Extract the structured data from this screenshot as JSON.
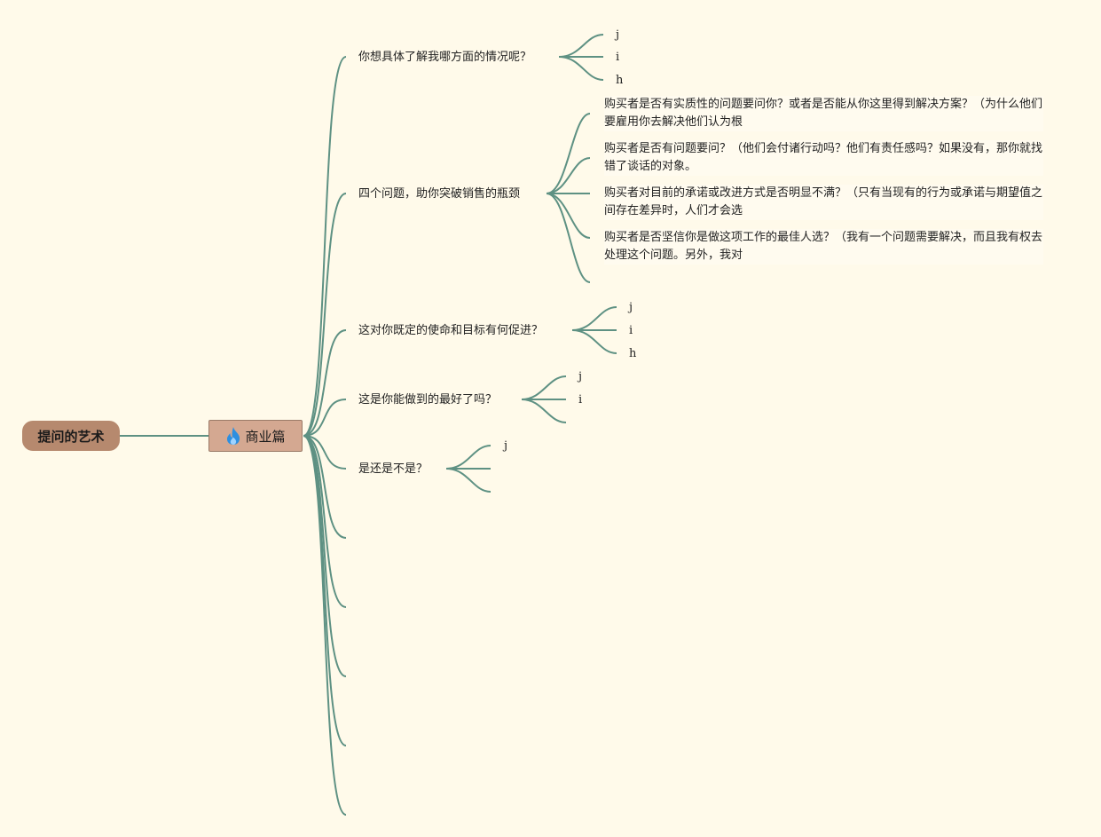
{
  "root": {
    "label": "提问的艺术"
  },
  "branch": {
    "label": "商业篇",
    "icon": "fire-icon",
    "icon_color": "#2d8fe0"
  },
  "colors": {
    "connector": "#5e9183",
    "background": "#fffaea",
    "root_fill": "#b6896e",
    "branch_fill": "#d4a891"
  },
  "topics": [
    {
      "label": "你想具体了解我哪方面的情况呢？",
      "children": [
        "j",
        "i",
        "h"
      ]
    },
    {
      "label": "四个问题，助你突破销售的瓶颈",
      "children": [
        "购买者是否有实质性的问题要问你？或者是否能从你这里得到解决方案？（为什么他们要雇用你去解决他们认为根",
        "购买者是否有问题要问？（他们会付诸行动吗？他们有责任感吗？如果没有，那你就找错了谈话的对象。",
        "购买者对目前的承诺或改进方式是否明显不满？（只有当现有的行为或承诺与期望值之间存在差异时，人们才会选",
        "购买者是否坚信你是做这项工作的最佳人选？（我有一个问题需要解决，而且我有权去处理这个问题。另外，我对"
      ]
    },
    {
      "label": "这对你既定的使命和目标有何促进？",
      "children": [
        "j",
        "i",
        "h"
      ]
    },
    {
      "label": "这是你能做到的最好了吗？",
      "children": [
        "j",
        "i"
      ]
    },
    {
      "label": "是还是不是？",
      "children": [
        "j"
      ]
    }
  ]
}
